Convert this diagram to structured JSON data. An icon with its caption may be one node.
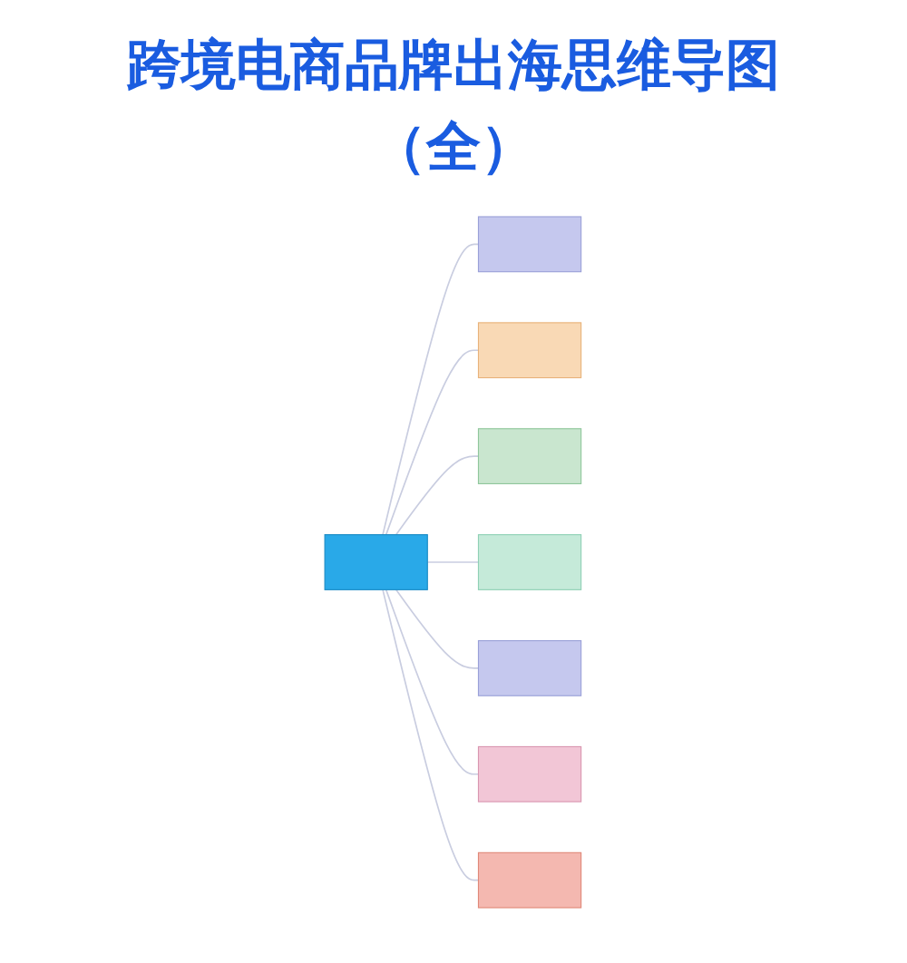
{
  "diagram": {
    "title": "跨境电商品牌出海思维导图（全）",
    "nodes": [
      {
        "text": [],
        "shape": "box"
      },
      {
        "text": [],
        "shape": "box"
      },
      {
        "text": [],
        "shape": "box"
      },
      {
        "text": [],
        "shape": "box"
      },
      {
        "text": [],
        "shape": "box"
      },
      {
        "text": [],
        "shape": "box"
      },
      {
        "text": [],
        "shape": "box"
      },
      {
        "text": [],
        "shape": "box"
      }
    ],
    "edges": [
      {
        "from": 0,
        "to": 1,
        "arrow": "none"
      },
      {
        "from": 0,
        "to": 2,
        "arrow": "none"
      },
      {
        "from": 0,
        "to": 3,
        "arrow": "none"
      },
      {
        "from": 0,
        "to": 4,
        "arrow": "none"
      },
      {
        "from": 0,
        "to": 5,
        "arrow": "none"
      },
      {
        "from": 0,
        "to": 6,
        "arrow": "none"
      },
      {
        "from": 0,
        "to": 7,
        "arrow": "none"
      }
    ]
  }
}
